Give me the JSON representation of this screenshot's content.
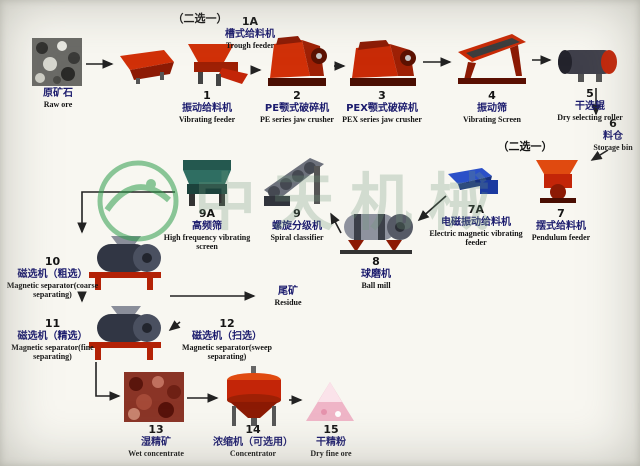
{
  "watermark": {
    "text": "中天机械",
    "logo_color": "#2f9e4c"
  },
  "choose_one_top": "（二选一）",
  "choose_one_mid": "（二选一）",
  "colors": {
    "accent_red": "#c32508",
    "label_blue": "#1c1c6e",
    "text": "#141414"
  },
  "nodes": {
    "raw_ore": {
      "zh": "原矿石",
      "en": "Raw ore"
    },
    "trough_feeder": {
      "num": "1A",
      "zh": "槽式给料机",
      "en": "Trough feeder"
    },
    "vibrating_feeder": {
      "num": "1",
      "zh": "振动给料机",
      "en": "Vibrating feeder"
    },
    "pe_jaw_crusher": {
      "num": "2",
      "zh": "PE颚式破碎机",
      "en": "PE series jaw crusher"
    },
    "pex_jaw_crusher": {
      "num": "3",
      "zh": "PEX颚式破碎机",
      "en": "PEX series jaw crusher"
    },
    "vibrating_screen": {
      "num": "4",
      "zh": "振动筛",
      "en": "Vibrating Screen"
    },
    "dry_roller": {
      "num": "5",
      "zh": "干选辊",
      "en": "Dry selecting roller"
    },
    "storage_bin": {
      "num": "6",
      "zh": "料仓",
      "en": "Storage bin"
    },
    "pendulum_feeder": {
      "num": "7",
      "zh": "摆式给料机",
      "en": "Pendulum feeder"
    },
    "em_feeder": {
      "num": "7A",
      "zh": "电磁振动给料机",
      "en": "Electric magnetic vibrating feeder"
    },
    "ball_mill": {
      "num": "8",
      "zh": "球磨机",
      "en": "Ball mill"
    },
    "spiral_classifier": {
      "num": "9",
      "zh": "螺旋分级机",
      "en": "Spiral classifier"
    },
    "hf_screen": {
      "num": "9A",
      "zh": "高频筛",
      "en": "High frequency vibrating screen"
    },
    "mag_coarse": {
      "num": "10",
      "zh": "磁选机（粗选）",
      "en": "Magnetic separator(coarse separating)"
    },
    "mag_fine": {
      "num": "11",
      "zh": "磁选机（精选）",
      "en": "Magnetic separator(fine separating)"
    },
    "mag_sweep": {
      "num": "12",
      "zh": "磁选机（扫选）",
      "en": "Magnetic separator(sweep separating)"
    },
    "residue": {
      "zh": "尾矿",
      "en": "Residue"
    },
    "wet_concentrate": {
      "num": "13",
      "zh": "湿精矿",
      "en": "Wet concentrate"
    },
    "concentrator": {
      "num": "14",
      "zh": "浓缩机（可选用）",
      "en": "Concentrator"
    },
    "dry_fine": {
      "num": "15",
      "zh": "干精粉",
      "en": "Dry fine ore"
    }
  }
}
